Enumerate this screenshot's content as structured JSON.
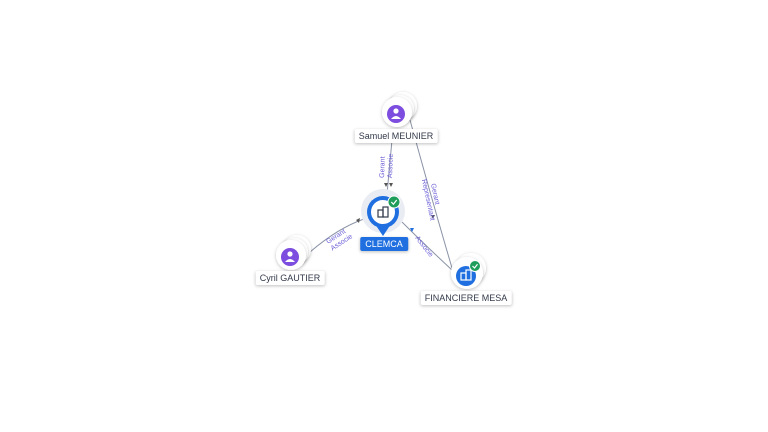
{
  "company": {
    "name": "CLEMCA",
    "icon": "building-icon",
    "status_icon": "check-icon"
  },
  "people": {
    "meunier": {
      "name": "Samuel MEUNIER",
      "icon": "person-icon"
    },
    "gautier": {
      "name": "Cyril GAUTIER",
      "icon": "person-icon"
    }
  },
  "companies": {
    "financiere": {
      "name": "FINANCIERE MESA",
      "icon": "building-icon",
      "status_icon": "check-icon"
    }
  },
  "edges": {
    "meunier_clemca": {
      "line1": "Gerant",
      "line2": "Associe"
    },
    "meunier_financiere": {
      "line1": "Gerant",
      "line2": "Representant"
    },
    "gautier_clemca": {
      "line1": "Gerant",
      "line2": "Associe"
    },
    "financiere_clemca": {
      "line1": "Associe"
    }
  },
  "colors": {
    "person": "#7c4dde",
    "company": "#1f6fe0",
    "check": "#1e9e5a",
    "edge": "#8a93a6",
    "edge_label": "#6b5fd6"
  }
}
